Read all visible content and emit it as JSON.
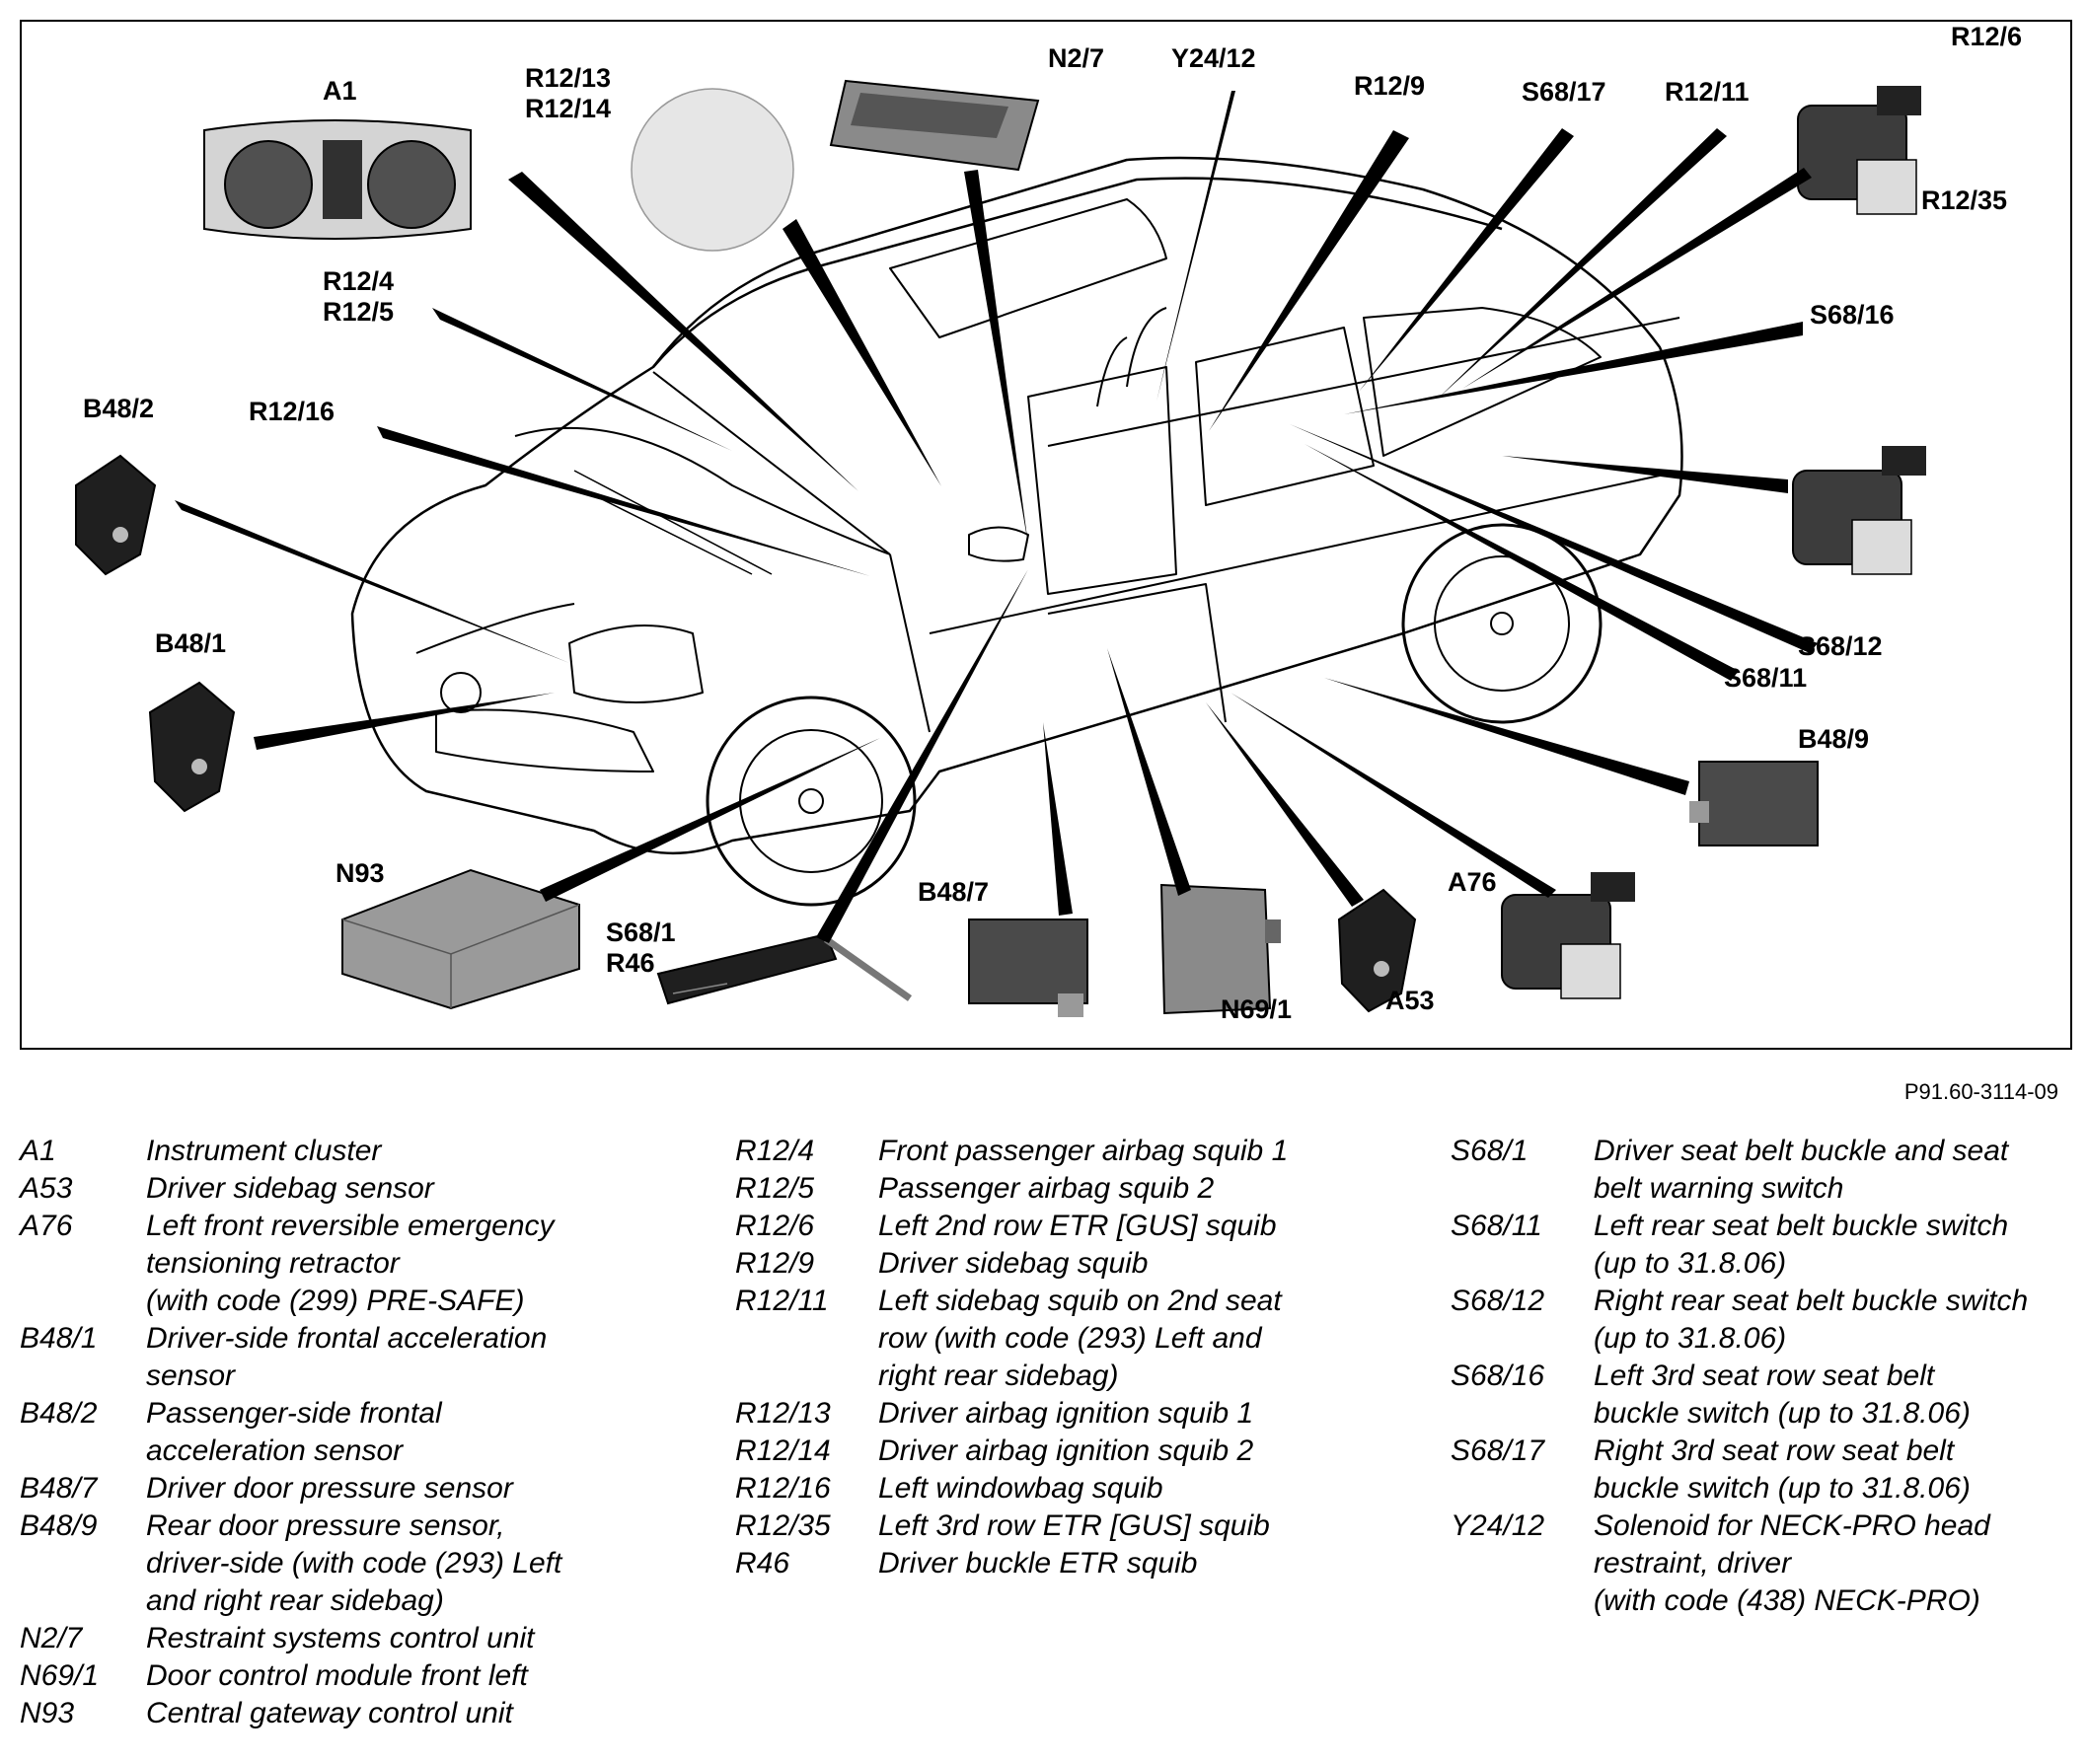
{
  "figure_reference": "P91.60-3114-09",
  "callouts": [
    {
      "id": "a1",
      "text": "A1"
    },
    {
      "id": "r1213",
      "text": "R12/13\nR12/14"
    },
    {
      "id": "n27",
      "text": "N2/7"
    },
    {
      "id": "y2412",
      "text": "Y24/12"
    },
    {
      "id": "r129",
      "text": "R12/9"
    },
    {
      "id": "s6817",
      "text": "S68/17"
    },
    {
      "id": "r1211",
      "text": "R12/11"
    },
    {
      "id": "r1235",
      "text": "R12/35"
    },
    {
      "id": "r124",
      "text": "R12/4\nR12/5"
    },
    {
      "id": "s6816",
      "text": "S68/16"
    },
    {
      "id": "b482",
      "text": "B48/2"
    },
    {
      "id": "r1216",
      "text": "R12/16"
    },
    {
      "id": "r126",
      "text": "R12/6"
    },
    {
      "id": "s6812",
      "text": "S68/12"
    },
    {
      "id": "s6811",
      "text": "S68/11"
    },
    {
      "id": "b481",
      "text": "B48/1"
    },
    {
      "id": "b489",
      "text": "B48/9"
    },
    {
      "id": "n93",
      "text": "N93"
    },
    {
      "id": "a76",
      "text": "A76"
    },
    {
      "id": "b487",
      "text": "B48/7"
    },
    {
      "id": "s681",
      "text": "S68/1\nR46"
    },
    {
      "id": "n691",
      "text": "N69/1"
    },
    {
      "id": "a53",
      "text": "A53"
    }
  ],
  "legend": [
    [
      {
        "code": "A1",
        "desc": "Instrument cluster"
      },
      {
        "code": "A53",
        "desc": "Driver sidebag sensor"
      },
      {
        "code": "A76",
        "desc": "Left front reversible emergency\ntensioning retractor\n(with code (299) PRE-SAFE)"
      },
      {
        "code": "B48/1",
        "desc": "Driver-side frontal acceleration\nsensor"
      },
      {
        "code": "B48/2",
        "desc": "Passenger-side frontal\nacceleration sensor"
      },
      {
        "code": "B48/7",
        "desc": "Driver door pressure sensor"
      },
      {
        "code": "B48/9",
        "desc": "Rear door pressure sensor,\ndriver-side (with code (293) Left\nand right rear sidebag)"
      },
      {
        "code": "N2/7",
        "desc": "Restraint systems control unit"
      },
      {
        "code": "N69/1",
        "desc": "Door control module front left"
      },
      {
        "code": "N93",
        "desc": "Central gateway control unit"
      }
    ],
    [
      {
        "code": "R12/4",
        "desc": "Front passenger airbag squib 1"
      },
      {
        "code": "R12/5",
        "desc": "Passenger airbag squib 2"
      },
      {
        "code": "R12/6",
        "desc": "Left 2nd row ETR [GUS] squib"
      },
      {
        "code": "R12/9",
        "desc": "Driver sidebag squib"
      },
      {
        "code": "R12/11",
        "desc": "Left sidebag squib on 2nd seat\nrow (with code (293) Left and\nright rear sidebag)"
      },
      {
        "code": "R12/13",
        "desc": "Driver airbag ignition squib 1"
      },
      {
        "code": "R12/14",
        "desc": "Driver airbag ignition squib 2"
      },
      {
        "code": "R12/16",
        "desc": "Left windowbag squib"
      },
      {
        "code": "R12/35",
        "desc": "Left 3rd row ETR [GUS] squib"
      },
      {
        "code": "R46",
        "desc": "Driver buckle ETR squib"
      }
    ],
    [
      {
        "code": "S68/1",
        "desc": "Driver seat belt buckle and seat\nbelt warning switch"
      },
      {
        "code": "S68/11",
        "desc": "Left rear seat belt buckle switch\n(up to 31.8.06)"
      },
      {
        "code": "S68/12",
        "desc": "Right rear seat belt buckle switch\n(up to 31.8.06)"
      },
      {
        "code": "S68/16",
        "desc": "Left 3rd seat row seat belt\nbuckle switch (up to 31.8.06)"
      },
      {
        "code": "S68/17",
        "desc": "Right 3rd seat row seat belt\nbuckle switch (up to 31.8.06)"
      },
      {
        "code": "Y24/12",
        "desc": "Solenoid for NECK-PRO head\nrestraint, driver\n(with code (438) NECK-PRO)"
      }
    ]
  ]
}
